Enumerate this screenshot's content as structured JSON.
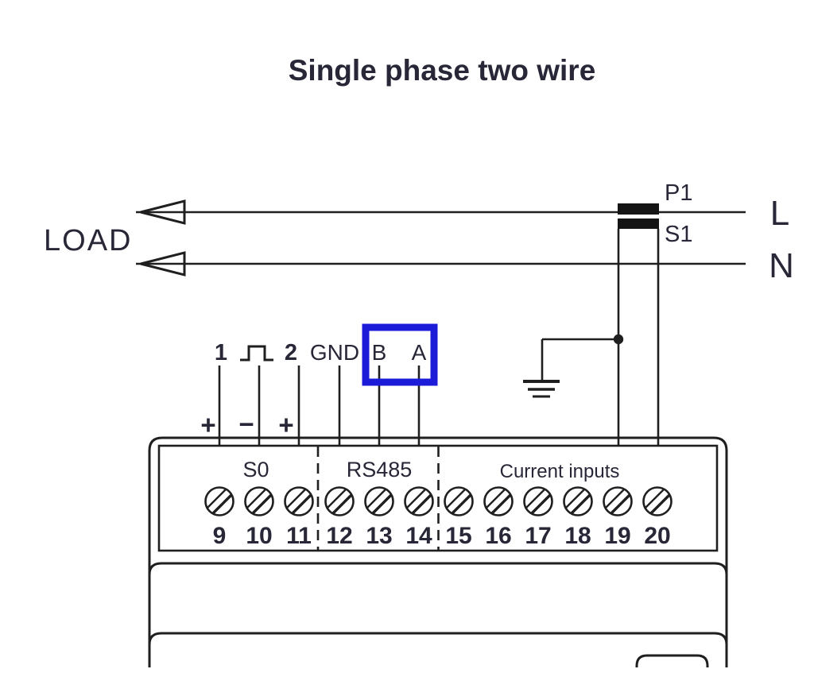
{
  "title": "Single phase two wire",
  "load": {
    "label": "LOAD"
  },
  "supply": {
    "line": "L",
    "neutral": "N"
  },
  "transformer": {
    "primary": "P1",
    "secondary": "S1"
  },
  "io_labels": {
    "pulse_out_1": "1",
    "pulse_out_2": "2",
    "gnd": "GND",
    "rs485_b": "B",
    "rs485_a": "A"
  },
  "polarity": {
    "terminal_9": "+",
    "terminal_10": "−",
    "terminal_11": "+"
  },
  "terminal_block": {
    "sections": [
      {
        "label": "S0",
        "terminals": [
          "9",
          "10",
          "11"
        ]
      },
      {
        "label": "RS485",
        "terminals": [
          "12",
          "13",
          "14"
        ]
      },
      {
        "label": "Current inputs",
        "terminals": [
          "15",
          "16",
          "17",
          "18",
          "19",
          "20"
        ]
      }
    ]
  },
  "highlight": {
    "color": "#1b1bd8",
    "around": "RS485 B A terminals"
  },
  "icons": {
    "load_arrow": "open-triangle-arrow-left",
    "pulse": "pulse-waveform",
    "ground": "earth-ground",
    "screw": "slotted-screw-terminal",
    "junction": "junction-dot",
    "ct": "current-transformer"
  },
  "colors": {
    "ink": "#1f1f1f",
    "text": "#272737",
    "background": "#ffffff"
  }
}
